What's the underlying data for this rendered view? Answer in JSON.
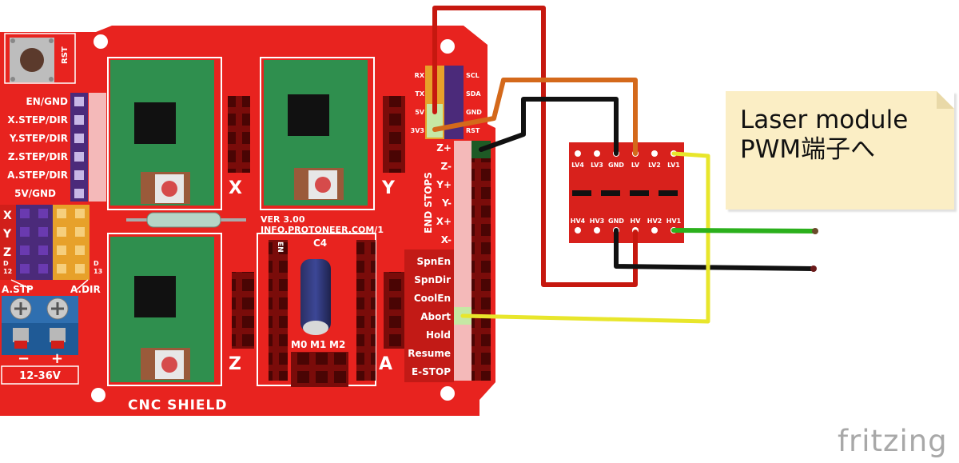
{
  "shield": {
    "name": "CNC SHIELD",
    "version": "VER 3.00",
    "url": "INFO.PROTONEER.COM/1",
    "reset_label": "RST",
    "left_labels": [
      "EN/GND",
      "X.STEP/DIR",
      "Y.STEP/DIR",
      "Z.STEP/DIR",
      "A.STEP/DIR",
      "5V/GND"
    ],
    "axis_jumper_labels": [
      "X",
      "Y",
      "Z"
    ],
    "a_step": "A.STP",
    "a_dir": "A.DIR",
    "d12": "D\n12",
    "d13": "D\n13",
    "power_label": "12-36V",
    "minus": "−",
    "plus": "+",
    "driver_labels": [
      "X",
      "Y",
      "Z",
      "A"
    ],
    "cap_label": "C4",
    "en_label": "EN",
    "micro_labels": [
      "M0",
      "M1",
      "M2"
    ],
    "uart_labels_left": [
      "RX",
      "TX",
      "5V",
      "3V3"
    ],
    "uart_labels_right": [
      "SCL",
      "SDA",
      "GND",
      "RST"
    ],
    "end_stops_title": "END STOPS",
    "end_stops": [
      "Z+",
      "Z-",
      "Y+",
      "Y-",
      "X+",
      "X-"
    ],
    "control_pins": [
      "SpnEn",
      "SpnDir",
      "CoolEn",
      "Abort",
      "Hold",
      "Resume",
      "E-STOP"
    ]
  },
  "level_shifter": {
    "top_pins": [
      "LV4",
      "LV3",
      "GND",
      "LV",
      "LV2",
      "LV1"
    ],
    "bottom_pins": [
      "HV4",
      "HV3",
      "GND",
      "HV",
      "HV2",
      "HV1"
    ]
  },
  "note": {
    "text": "Laser module\nPWM端子へ"
  },
  "watermark": "fritzing",
  "colors": {
    "board_red": "#e8231f",
    "driver_green": "#2f8f4e",
    "shifter_red": "#d8211c",
    "wire_red": "#c6180f",
    "wire_orange": "#d4691b",
    "wire_black": "#111111",
    "wire_yellow": "#e8e62b",
    "wire_green": "#2bb01c",
    "note_bg": "#fbeec5"
  }
}
